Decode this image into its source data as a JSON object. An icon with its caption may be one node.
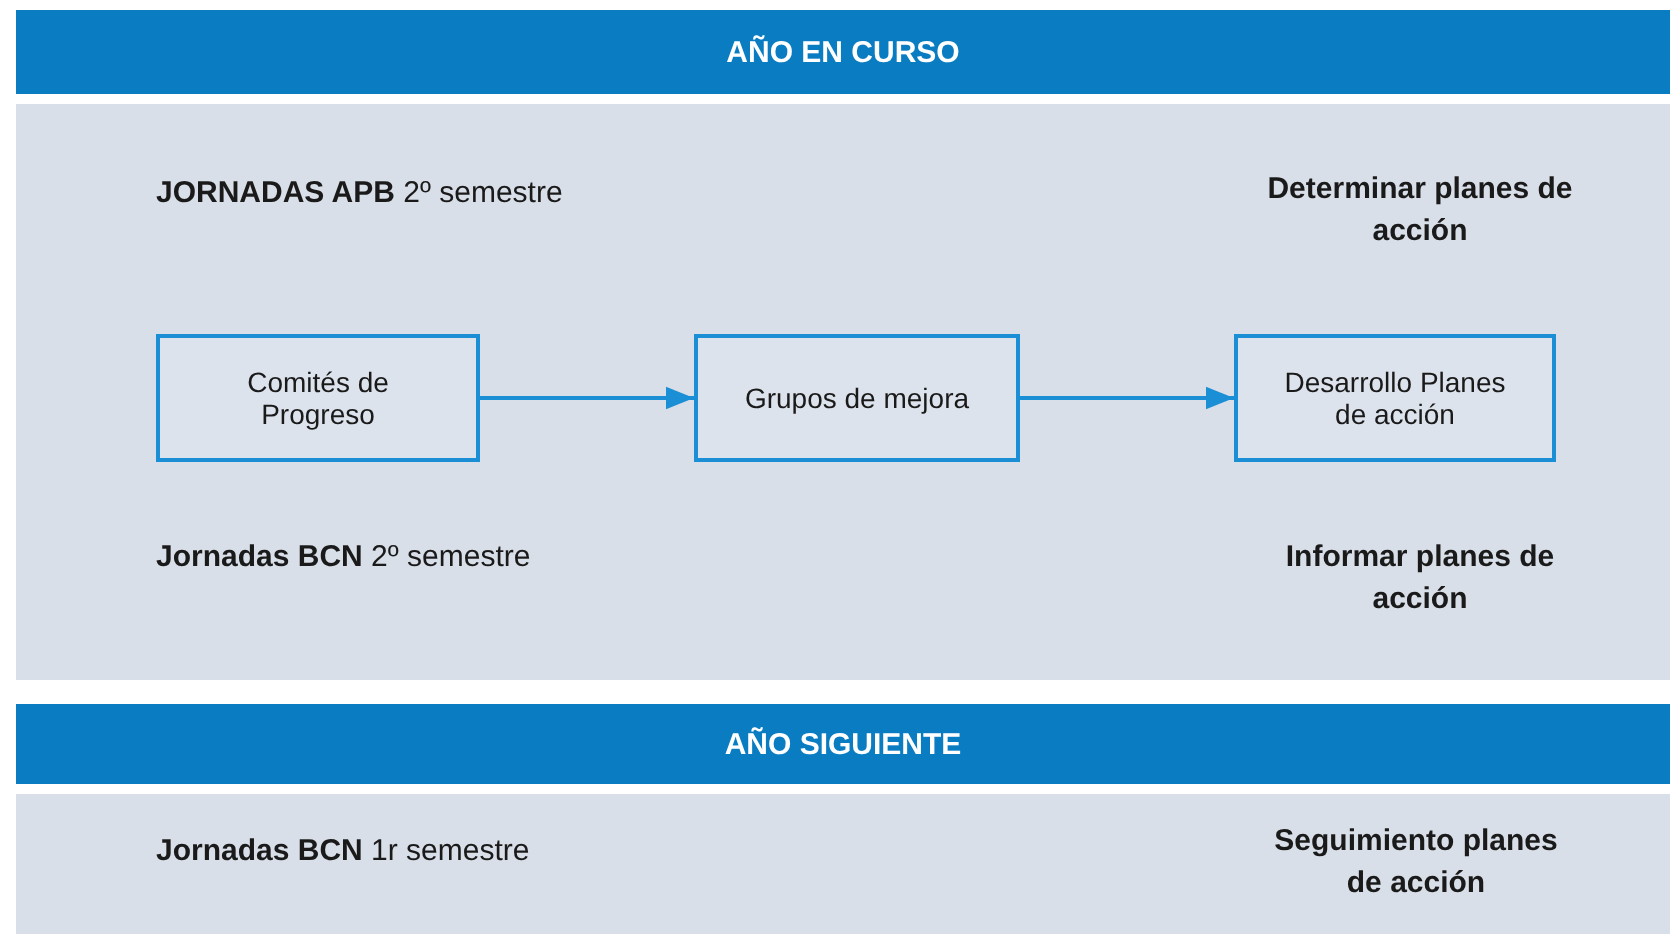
{
  "diagram": {
    "nodes": [
      {
        "text": [
          "AÑO EN CURSO"
        ]
      },
      {
        "text": [
          "Comités de Progreso"
        ],
        "in": 0
      },
      {
        "text": [
          "Grupos de mejora"
        ],
        "in": 0
      },
      {
        "text": [
          "Desarrollo Planes de acción"
        ],
        "in": 0
      },
      {
        "text": [
          "AÑO SIGUIENTE"
        ]
      }
    ],
    "edges": [
      {
        "from": 1,
        "to": 2,
        "arrow": "to"
      },
      {
        "from": 2,
        "to": 3,
        "arrow": "to"
      }
    ],
    "labels": [
      "**JORNADAS APB** 2º semestre",
      "Determinar planes de acción",
      "**Jornadas BCN** 2º semestre",
      "Informar planes de acción",
      "**Jornadas BCN** 1r semestre",
      "Seguimiento planes de acción"
    ]
  }
}
